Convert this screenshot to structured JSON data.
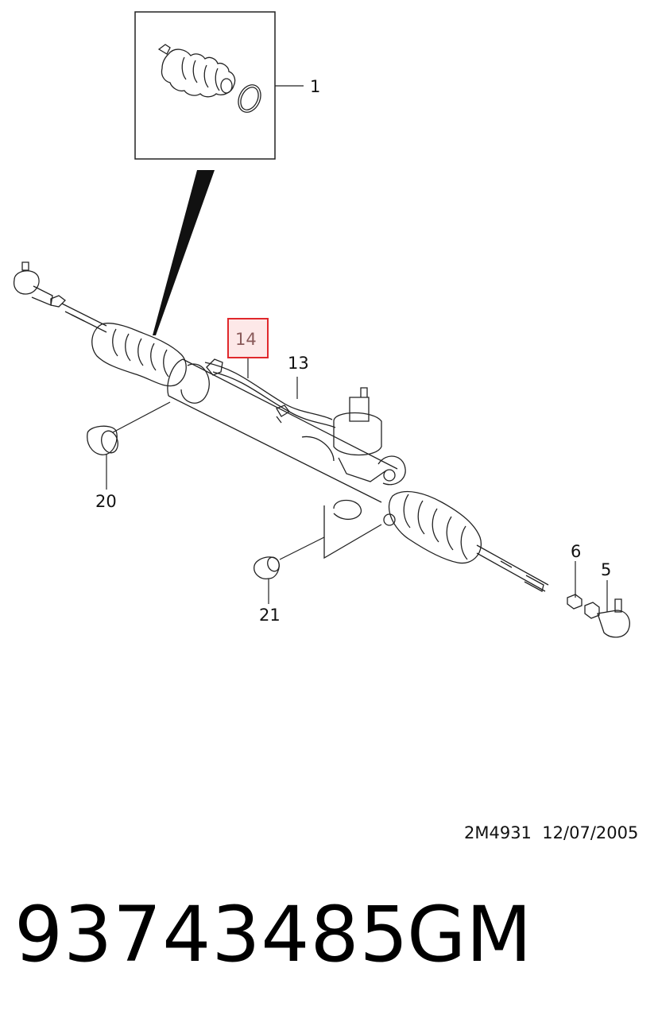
{
  "callouts": {
    "c1": "1",
    "c5": "5",
    "c6": "6",
    "c13": "13",
    "c14": "14",
    "c20": "20",
    "c21": "21"
  },
  "highlight": {
    "callout": "14",
    "color": "#e0282c",
    "fill": "#fde8e8"
  },
  "footer": {
    "drawing_id": "2M4931",
    "date": "12/07/2005"
  },
  "part": {
    "number": "93743485",
    "brand": "GM"
  }
}
